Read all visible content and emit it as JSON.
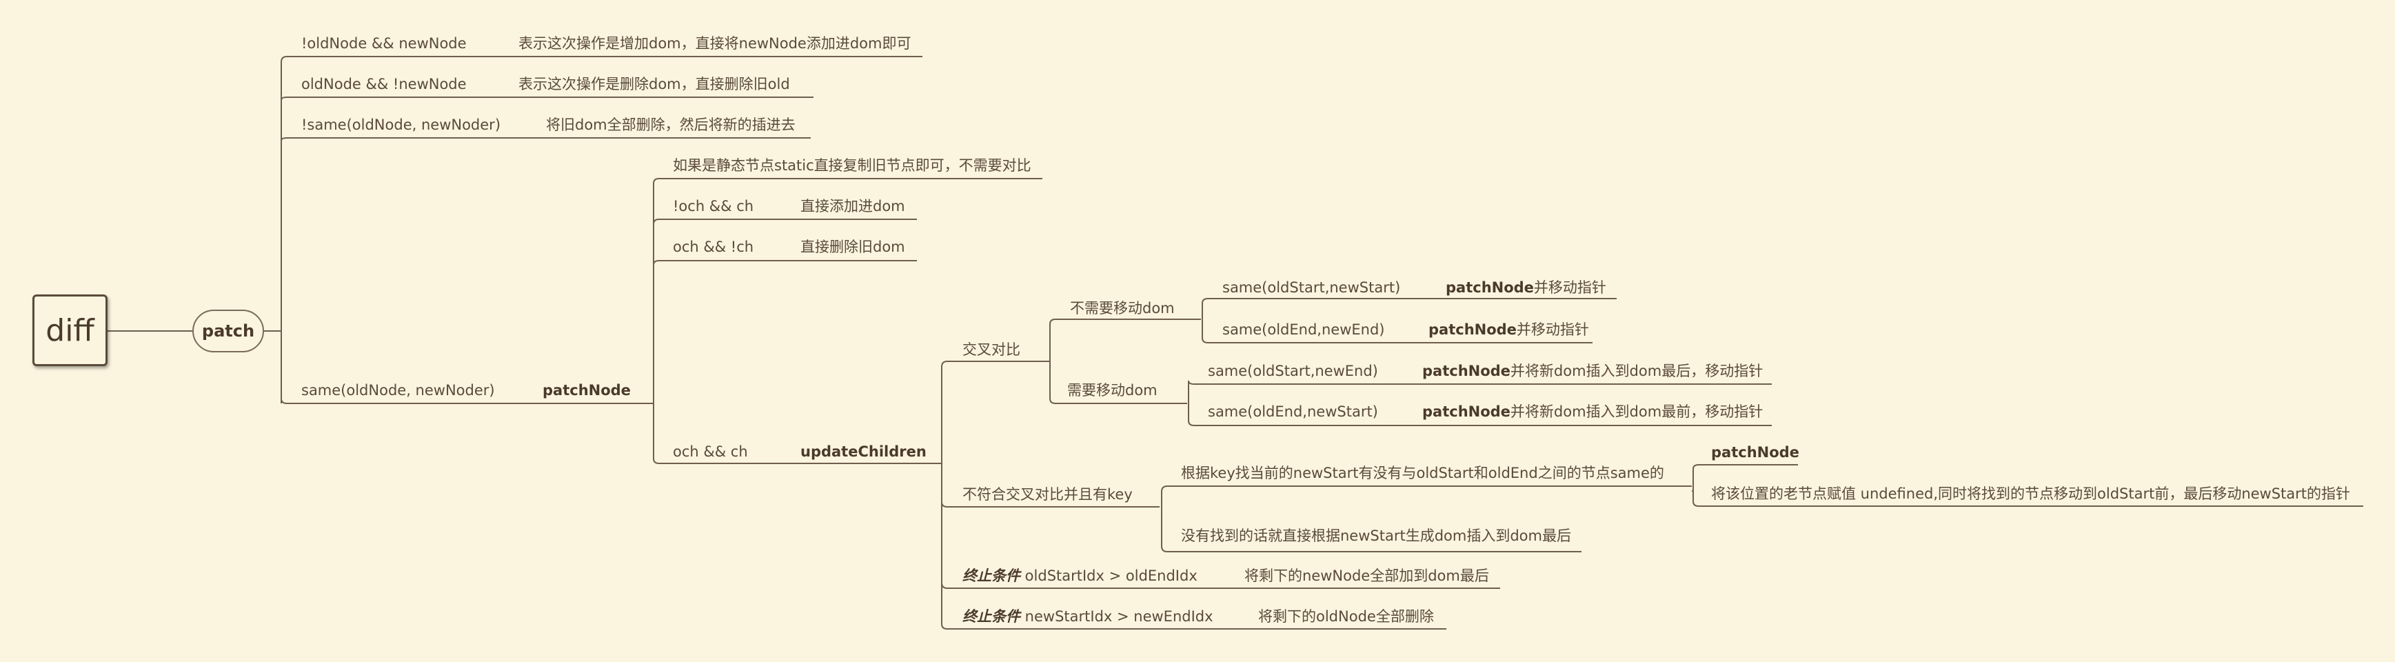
{
  "root": "diff",
  "patch": "patch",
  "b1": {
    "cond": "!oldNode && newNode",
    "desc": "表示这次操作是增加dom，直接将newNode添加进dom即可"
  },
  "b2": {
    "cond": "oldNode && !newNode",
    "desc": "表示这次操作是删除dom，直接删除旧old"
  },
  "b3": {
    "cond": "!same(oldNode, newNoder)",
    "desc": "将旧dom全部删除，然后将新的插进去"
  },
  "b4": {
    "cond": "same(oldNode, newNoder)",
    "action": "patchNode"
  },
  "pn": {
    "static": "如果是静态节点static直接复制旧节点即可，不需要对比",
    "c1": {
      "cond": "!och && ch",
      "desc": "直接添加进dom"
    },
    "c2": {
      "cond": "och && !ch",
      "desc": "直接删除旧dom"
    },
    "c3": {
      "cond": "och && ch",
      "action": "updateChildren"
    }
  },
  "uc": {
    "cross": "交叉对比",
    "nomove": "不需要移动dom",
    "m1": {
      "cond": "same(oldStart,newStart)",
      "bold": "patchNode",
      "rest": "并移动指针"
    },
    "m2": {
      "cond": "same(oldEnd,newEnd)",
      "bold": "patchNode",
      "rest": "并移动指针"
    },
    "move": "需要移动dom",
    "m3": {
      "cond": "same(oldStart,newEnd)",
      "bold": "patchNode",
      "rest": "并将新dom插入到dom最后，移动指针"
    },
    "m4": {
      "cond": "same(oldEnd,newStart)",
      "bold": "patchNode",
      "rest": "并将新dom插入到dom最前，移动指针"
    },
    "key": "不符合交叉对比并且有key",
    "find": "根据key找当前的newStart有没有与oldStart和oldEnd之间的节点same的",
    "found": "patchNode",
    "found2": "将该位置的老节点赋值 undefined,同时将找到的节点移动到oldStart前，最后移动newStart的指针",
    "notfound": "没有找到的话就直接根据newStart生成dom插入到dom最后",
    "e1": {
      "label": "终止条件",
      "cond": " oldStartIdx > oldEndIdx",
      "desc": "将剩下的newNode全部加到dom最后"
    },
    "e2": {
      "label": "终止条件",
      "cond": " newStartIdx > newEndIdx",
      "desc": "将剩下的oldNode全部删除"
    }
  }
}
